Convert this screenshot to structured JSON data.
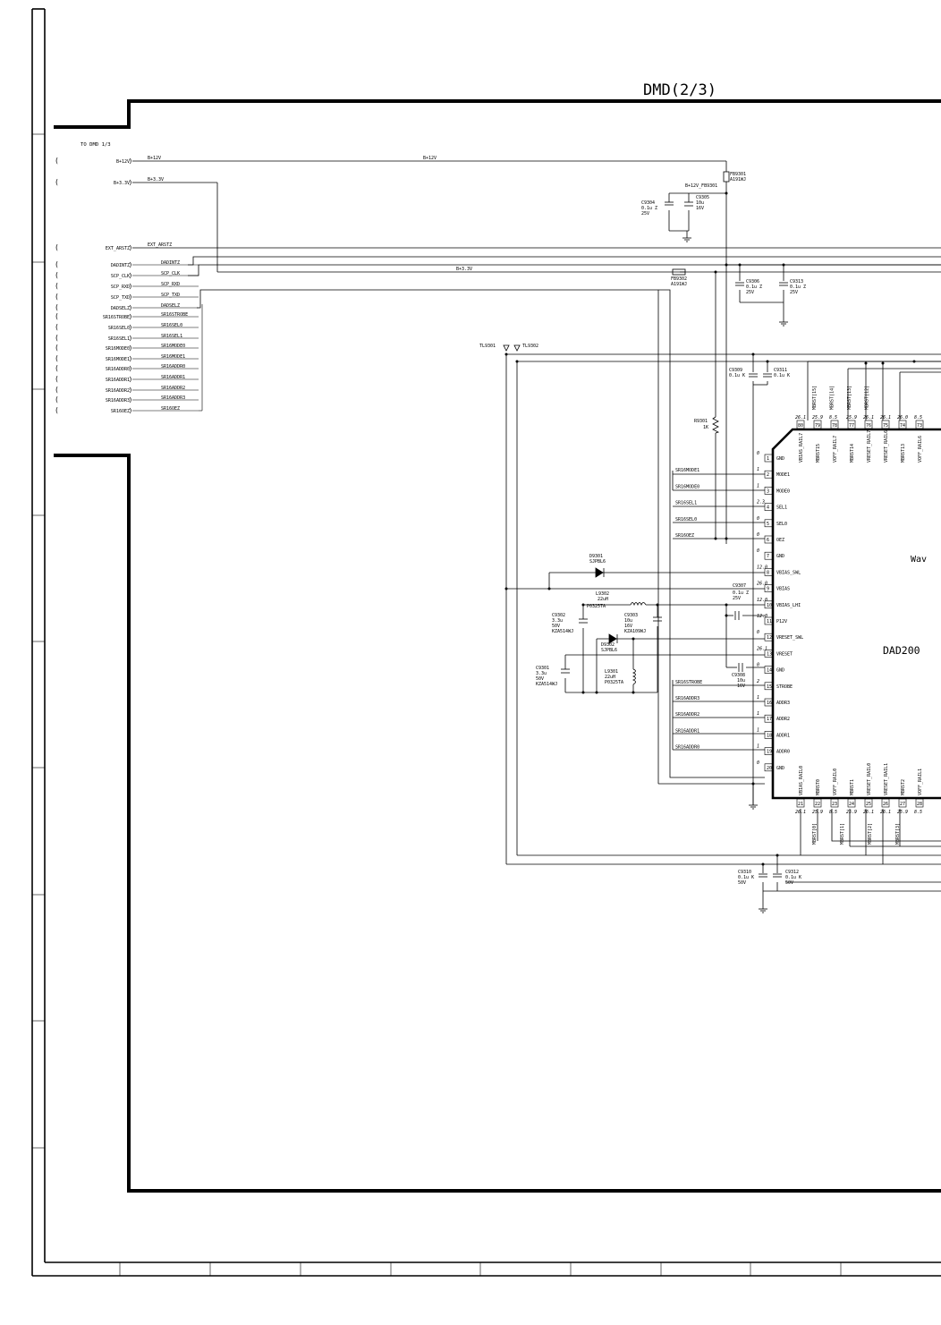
{
  "title": "DMD(2/3)",
  "from_label": "TO DMD 1/3",
  "chip": {
    "label_partial": "DAD200",
    "wave_partial": "Wav"
  },
  "connectors": [
    {
      "name": "B+12V",
      "net": "B+12V"
    },
    {
      "name": "B+3.3V",
      "net": "B+3.3V"
    },
    {
      "name": "EXT_ARSTZ",
      "net": "EXT_ARSTZ"
    },
    {
      "name": "DADINTZ",
      "net": "DADINTZ"
    },
    {
      "name": "SCP_CLK",
      "net": "SCP_CLK"
    },
    {
      "name": "SCP_RXD",
      "net": "SCP_RXD"
    },
    {
      "name": "SCP_TXD",
      "net": "SCP_TXD"
    },
    {
      "name": "DADSELZ",
      "net": "DADSELZ"
    },
    {
      "name": "SR16STROBE",
      "net": "SR16STROBE"
    },
    {
      "name": "SR16SEL0",
      "net": "SR16SEL0"
    },
    {
      "name": "SR16SEL1",
      "net": "SR16SEL1"
    },
    {
      "name": "SR16MODE0",
      "net": "SR16MODE0"
    },
    {
      "name": "SR16MODE1",
      "net": "SR16MODE1"
    },
    {
      "name": "SR16ADDR0",
      "net": "SR16ADDR0"
    },
    {
      "name": "SR16ADDR1",
      "net": "SR16ADDR1"
    },
    {
      "name": "SR16ADDR2",
      "net": "SR16ADDR2"
    },
    {
      "name": "SR16ADDR3",
      "net": "SR16ADDR3"
    },
    {
      "name": "SR16OEZ",
      "net": "SR16OEZ"
    }
  ],
  "nets": {
    "b12v_mid": "B+12V",
    "b33v_mid": "B+3.3V",
    "fb_node": "B+12V_FB9301"
  },
  "test_points": {
    "tp1": "TL9301",
    "tp2": "TL9302"
  },
  "components": {
    "fb9301": {
      "ref": "FB9301",
      "part": "A191WJ"
    },
    "fb9302": {
      "ref": "FB9302",
      "part": "A191WJ"
    },
    "c9304": {
      "ref": "C9304",
      "v1": "0.1u Z",
      "v2": "25V"
    },
    "c9305": {
      "ref": "C9305",
      "v1": "10u",
      "v2": "16V"
    },
    "c9306": {
      "ref": "C9306",
      "v1": "0.1u Z",
      "v2": "25V"
    },
    "c9313": {
      "ref": "C9313",
      "v1": "0.1u Z",
      "v2": "25V"
    },
    "c9309": {
      "ref": "C9309",
      "v1": "0.1u K"
    },
    "c9311": {
      "ref": "C9311",
      "v1": "0.1u K"
    },
    "r9301": {
      "ref": "R9301",
      "v1": "1K"
    },
    "d9301": {
      "ref": "D9301",
      "part": "SJPBL6"
    },
    "d9302": {
      "ref": "D9302",
      "part": "SJPBL6"
    },
    "l9302": {
      "ref": "L9302",
      "v1": "22uH",
      "part": "P0325TA"
    },
    "l9301": {
      "ref": "L9301",
      "v1": "22uH",
      "part": "P0325TA"
    },
    "c9302": {
      "ref": "C9302",
      "v1": "3.3u",
      "v2": "50V",
      "part": "KZA514WJ"
    },
    "c9303": {
      "ref": "C9303",
      "v1": "10u",
      "v2": "16V",
      "part": "KZA109WJ"
    },
    "c9301": {
      "ref": "C9301",
      "v1": "3.3u",
      "v2": "50V",
      "part": "KZA514WJ"
    },
    "c9307": {
      "ref": "C9307",
      "v1": "0.1u Z",
      "v2": "25V"
    },
    "c9308": {
      "ref": "C9308",
      "v1": "10u",
      "v2": "16V"
    },
    "c9310": {
      "ref": "C9310",
      "v1": "0.1u K",
      "v2": "50V"
    },
    "c9312": {
      "ref": "C9312",
      "v1": "0.1u K",
      "v2": "50V"
    }
  },
  "left_pins": [
    {
      "num": "1",
      "name": "GND",
      "net": "",
      "volt": "0"
    },
    {
      "num": "2",
      "name": "MODE1",
      "net": "SR16MODE1",
      "volt": "1"
    },
    {
      "num": "3",
      "name": "MODE0",
      "net": "SR16MODE0",
      "volt": "1"
    },
    {
      "num": "4",
      "name": "SEL1",
      "net": "SR16SEL1",
      "volt": "2.3"
    },
    {
      "num": "5",
      "name": "SEL0",
      "net": "SR16SEL0",
      "volt": "0"
    },
    {
      "num": "6",
      "name": "OEZ",
      "net": "SR16OEZ",
      "volt": "0"
    },
    {
      "num": "7",
      "name": "GND",
      "net": "",
      "volt": "0"
    },
    {
      "num": "8",
      "name": "VBIAS_SWL",
      "net": "",
      "volt": "12.0"
    },
    {
      "num": "9",
      "name": "VBIAS",
      "net": "",
      "volt": "26.0"
    },
    {
      "num": "10",
      "name": "VBIAS_LHI",
      "net": "",
      "volt": "12.0"
    },
    {
      "num": "11",
      "name": "P12V",
      "net": "",
      "volt": "12.0"
    },
    {
      "num": "12",
      "name": "VRESET_SWL",
      "net": "",
      "volt": "0"
    },
    {
      "num": "13",
      "name": "VRESET",
      "net": "",
      "volt": "26.1"
    },
    {
      "num": "14",
      "name": "GND",
      "net": "",
      "volt": "0"
    },
    {
      "num": "15",
      "name": "STROBE",
      "net": "SR16STROBE",
      "volt": "2"
    },
    {
      "num": "16",
      "name": "ADDR3",
      "net": "SR16ADDR3",
      "volt": "1"
    },
    {
      "num": "17",
      "name": "ADDR2",
      "net": "SR16ADDR2",
      "volt": "1"
    },
    {
      "num": "18",
      "name": "ADDR1",
      "net": "SR16ADDR1",
      "volt": "1"
    },
    {
      "num": "19",
      "name": "ADDR0",
      "net": "SR16ADDR0",
      "volt": "1"
    },
    {
      "num": "20",
      "name": "GND",
      "net": "",
      "volt": "0"
    }
  ],
  "top_pins": [
    {
      "num": "80",
      "name": "VBIAS_RAIL7",
      "volt": "26.1"
    },
    {
      "num": "79",
      "name": "MBRST15",
      "volt": "25.9"
    },
    {
      "num": "78",
      "name": "VOFF_RAIL7",
      "volt": "8.5"
    },
    {
      "num": "77",
      "name": "MBRST14",
      "volt": "25.9"
    },
    {
      "num": "76",
      "name": "VRESET_RAIL7",
      "volt": "26.1"
    },
    {
      "num": "75",
      "name": "VRESET_RAIL6",
      "volt": "26.1"
    },
    {
      "num": "74",
      "name": "MBRST13",
      "volt": "26.0"
    },
    {
      "num": "73",
      "name": "VOFF_RAIL6",
      "volt": "8.5"
    }
  ],
  "top_nets": [
    "MBRST[15]",
    "MBRST[14]",
    "MBRST[13]",
    "MBRST[12]"
  ],
  "bottom_pins": [
    {
      "num": "21",
      "name": "VBIAS_RAIL0",
      "volt": "26.1"
    },
    {
      "num": "22",
      "name": "MBRST0",
      "volt": "25.9"
    },
    {
      "num": "23",
      "name": "VOFF_RAIL0",
      "volt": "8.5"
    },
    {
      "num": "24",
      "name": "MBRST1",
      "volt": "25.9"
    },
    {
      "num": "25",
      "name": "VRESET_RAIL0",
      "volt": "26.1"
    },
    {
      "num": "26",
      "name": "VRESET_RAIL1",
      "volt": "26.1"
    },
    {
      "num": "27",
      "name": "MBRST2",
      "volt": "25.9"
    },
    {
      "num": "28",
      "name": "VOFF_RAIL1",
      "volt": "8.5"
    }
  ],
  "bottom_nets": [
    "MBRST[0]",
    "MBRST[1]",
    "MBRST[2]",
    "MBRST[3]"
  ]
}
